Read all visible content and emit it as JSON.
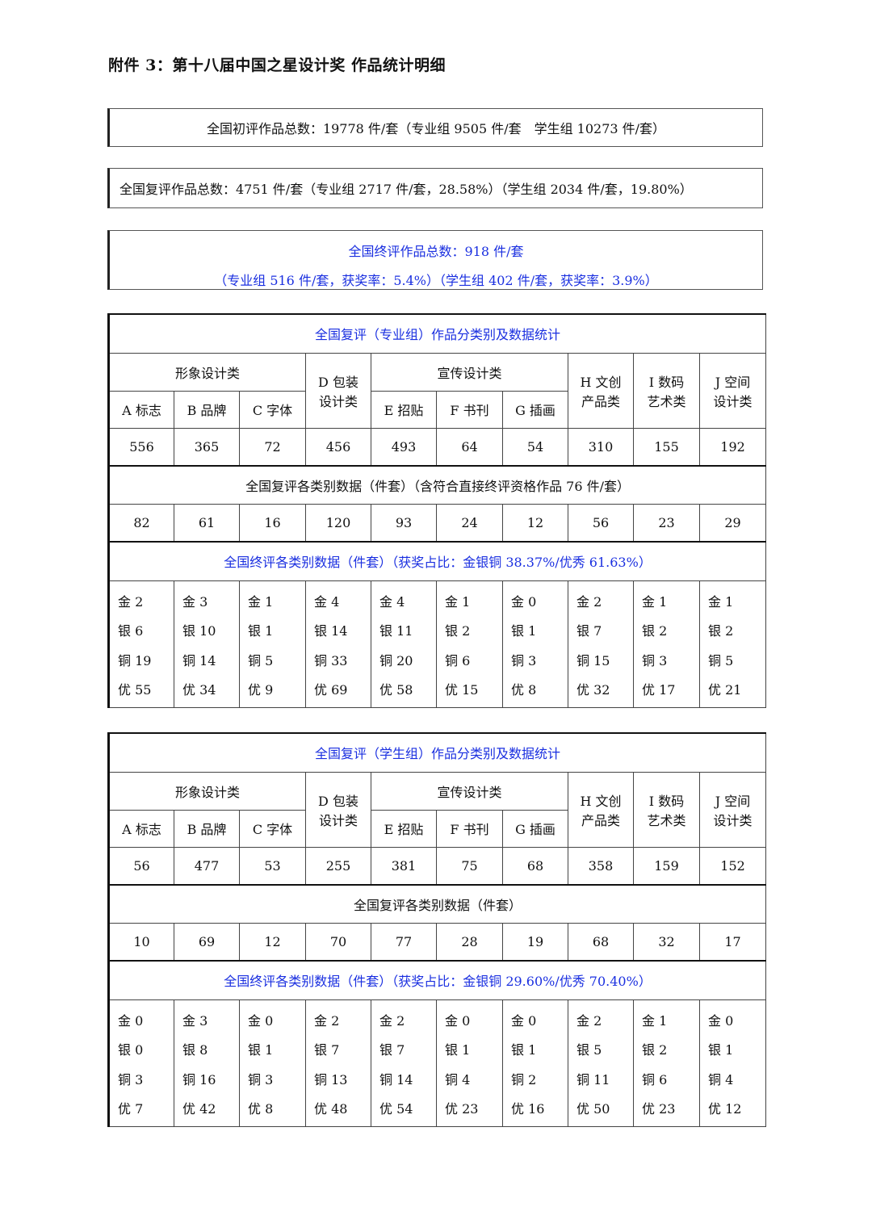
{
  "title": "附件 3：第十八届中国之星设计奖 作品统计明细",
  "summary": {
    "initial": "全国初评作品总数：19778 件/套（专业组 9505 件/套　学生组 10273 件/套）",
    "review": "全国复评作品总数：4751 件/套（专业组 2717 件/套，28.58%）（学生组 2034 件/套，19.80%）",
    "final_line1": "全国终评作品总数：918 件/套",
    "final_line2": "（专业组 516 件/套，获奖率：5.4%）（学生组 402 件/套，获奖率：3.9%）"
  },
  "headers": {
    "group_image": "形象设计类",
    "d_line1": "D 包装",
    "d_line2": "设计类",
    "group_promo": "宣传设计类",
    "h_line1": "H 文创",
    "h_line2": "产品类",
    "i_line1": "I 数码",
    "i_line2": "艺术类",
    "j_line1": "J 空间",
    "j_line2": "设计类",
    "a": "A 标志",
    "b": "B 品牌",
    "c": "C 字体",
    "e": "E 招贴",
    "f": "F 书刊",
    "g": "G 插画"
  },
  "professional": {
    "title": "全国复评（专业组）作品分类别及数据统计",
    "review_counts": [
      "556",
      "365",
      "72",
      "456",
      "493",
      "64",
      "54",
      "310",
      "155",
      "192"
    ],
    "final_review_title": "全国复评各类别数据（件套）（含符合直接终评资格作品 76 件/套）",
    "final_review_counts": [
      "82",
      "61",
      "16",
      "120",
      "93",
      "24",
      "12",
      "56",
      "23",
      "29"
    ],
    "awards_title": "全国终评各类别数据（件套）（获奖占比：金银铜 38.37%/优秀 61.63%）",
    "awards": [
      [
        "金 2",
        "银 6",
        "铜 19",
        "优 55"
      ],
      [
        "金 3",
        "银 10",
        "铜 14",
        "优 34"
      ],
      [
        "金 1",
        "银 1",
        "铜 5",
        "优 9"
      ],
      [
        "金 4",
        "银 14",
        "铜 33",
        "优 69"
      ],
      [
        "金 4",
        "银 11",
        "铜 20",
        "优 58"
      ],
      [
        "金 1",
        "银 2",
        "铜 6",
        "优 15"
      ],
      [
        "金 0",
        "银 1",
        "铜 3",
        "优 8"
      ],
      [
        "金 2",
        "银 7",
        "铜 15",
        "优 32"
      ],
      [
        "金 1",
        "银 2",
        "铜 3",
        "优 17"
      ],
      [
        "金 1",
        "银 2",
        "铜 5",
        "优 21"
      ]
    ]
  },
  "student": {
    "title": "全国复评（学生组）作品分类别及数据统计",
    "review_counts": [
      "56",
      "477",
      "53",
      "255",
      "381",
      "75",
      "68",
      "358",
      "159",
      "152"
    ],
    "final_review_title": "全国复评各类别数据（件套）",
    "final_review_counts": [
      "10",
      "69",
      "12",
      "70",
      "77",
      "28",
      "19",
      "68",
      "32",
      "17"
    ],
    "awards_title": "全国终评各类别数据（件套）（获奖占比：金银铜 29.60%/优秀 70.40%）",
    "awards": [
      [
        "金 0",
        "银 0",
        "铜 3",
        "优 7"
      ],
      [
        "金 3",
        "银 8",
        "铜 16",
        "优 42"
      ],
      [
        "金 0",
        "银 1",
        "铜 3",
        "优 8"
      ],
      [
        "金 2",
        "银 7",
        "铜 13",
        "优 48"
      ],
      [
        "金 2",
        "银 7",
        "铜 14",
        "优 54"
      ],
      [
        "金 0",
        "银 1",
        "铜 4",
        "优 23"
      ],
      [
        "金 0",
        "银 1",
        "铜 2",
        "优 16"
      ],
      [
        "金 2",
        "银 5",
        "铜 11",
        "优 50"
      ],
      [
        "金 1",
        "银 2",
        "铜 6",
        "优 23"
      ],
      [
        "金 0",
        "银 1",
        "铜 4",
        "优 12"
      ]
    ]
  }
}
